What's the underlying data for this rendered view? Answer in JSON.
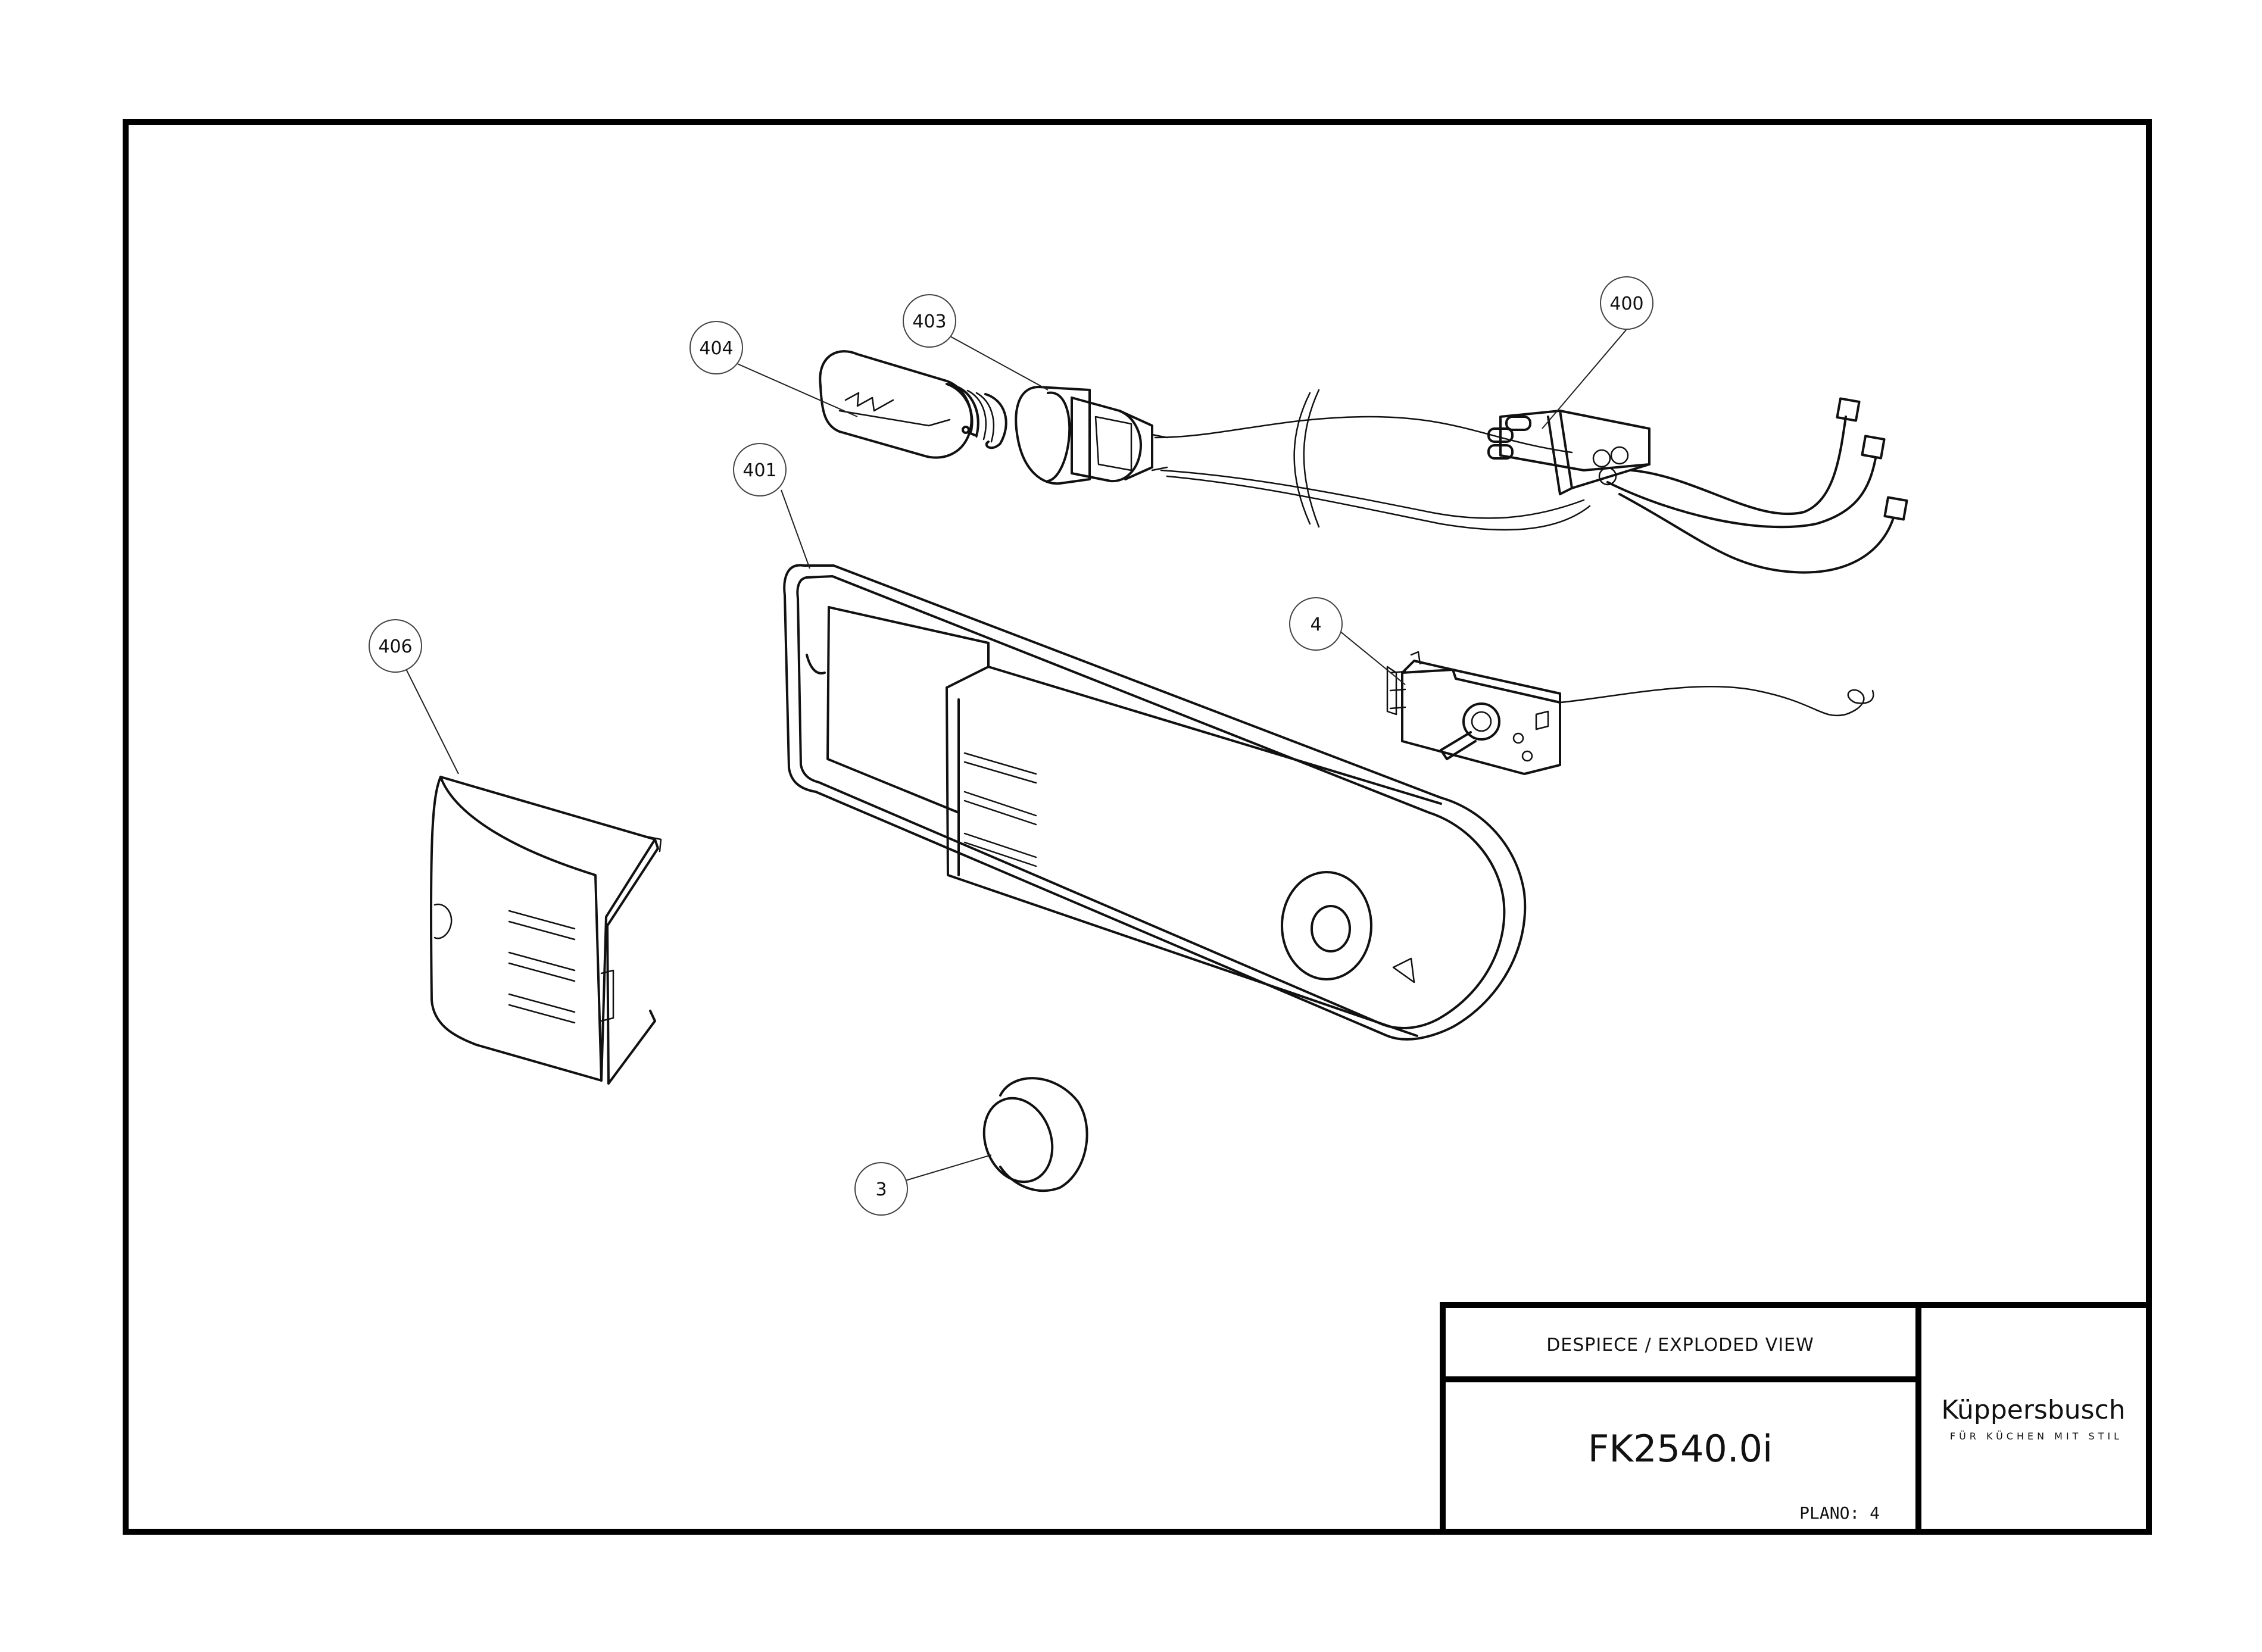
{
  "callouts": [
    {
      "id": "400",
      "label": "400"
    },
    {
      "id": "401",
      "label": "401"
    },
    {
      "id": "403",
      "label": "403"
    },
    {
      "id": "404",
      "label": "404"
    },
    {
      "id": "406",
      "label": "406"
    },
    {
      "id": "4",
      "label": "4"
    },
    {
      "id": "3",
      "label": "3"
    }
  ],
  "title_block": {
    "title": "DESPIECE / EXPLODED VIEW",
    "model": "FK2540.0i",
    "sheet": "PLANO: 4"
  },
  "brand": {
    "name": "Küppersbusch",
    "tagline": "FÜR KÜCHEN MIT STIL",
    "logo": "kuppersbusch-logo"
  }
}
